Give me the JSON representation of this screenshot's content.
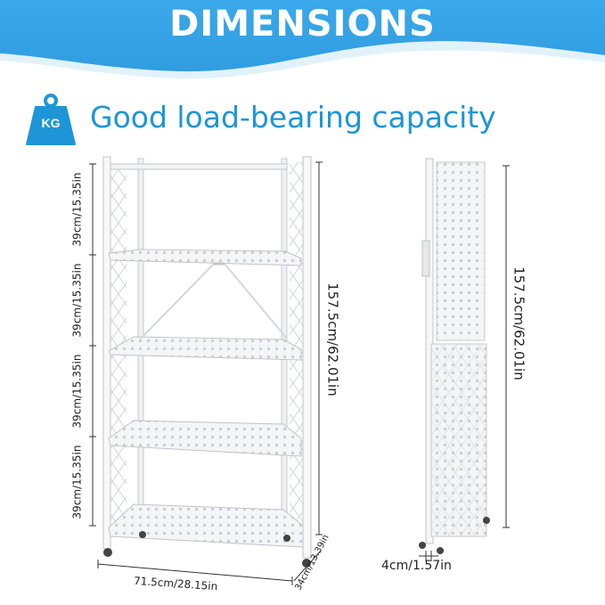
{
  "banner": {
    "title": "DIMENSIONS",
    "color": "#39a9ea"
  },
  "feature": {
    "icon": "weight-kg-icon",
    "icon_text": "KG",
    "headline": "Good load-bearing capacity",
    "color": "#1e95d6"
  },
  "dimensions": {
    "shelf_spacings": [
      "39cm/15.35in",
      "39cm/15.35in",
      "39cm/15.35in",
      "39cm/15.35in"
    ],
    "total_height_assembled": "157.5cm/62.01in",
    "total_height_folded": "157.5cm/62.01in",
    "width": "71.5cm/28.15in",
    "depth": "34cm/13.39in",
    "folded_thickness": "4cm/1.57in"
  }
}
